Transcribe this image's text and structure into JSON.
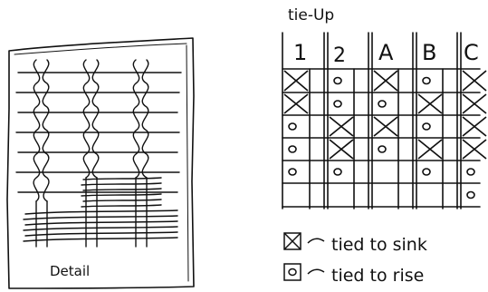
{
  "detail": {
    "caption": "Detail"
  },
  "tieup": {
    "title": "tie-Up",
    "columns": [
      "1",
      "2",
      "A",
      "B",
      "C"
    ],
    "grid": [
      [
        "X",
        "o",
        "X",
        "o",
        "X"
      ],
      [
        "X",
        "o",
        "o",
        "X",
        "X"
      ],
      [
        "o",
        "X",
        "X",
        "o",
        "X"
      ],
      [
        "o",
        "X",
        "o",
        "X",
        "X"
      ],
      [
        "o",
        "o",
        "",
        "o",
        "o"
      ],
      [
        "",
        "",
        "",
        "",
        "o"
      ]
    ],
    "legend": [
      {
        "symbol": "X",
        "label": "tied to sink"
      },
      {
        "symbol": "o",
        "label": "tied to rise"
      }
    ]
  }
}
